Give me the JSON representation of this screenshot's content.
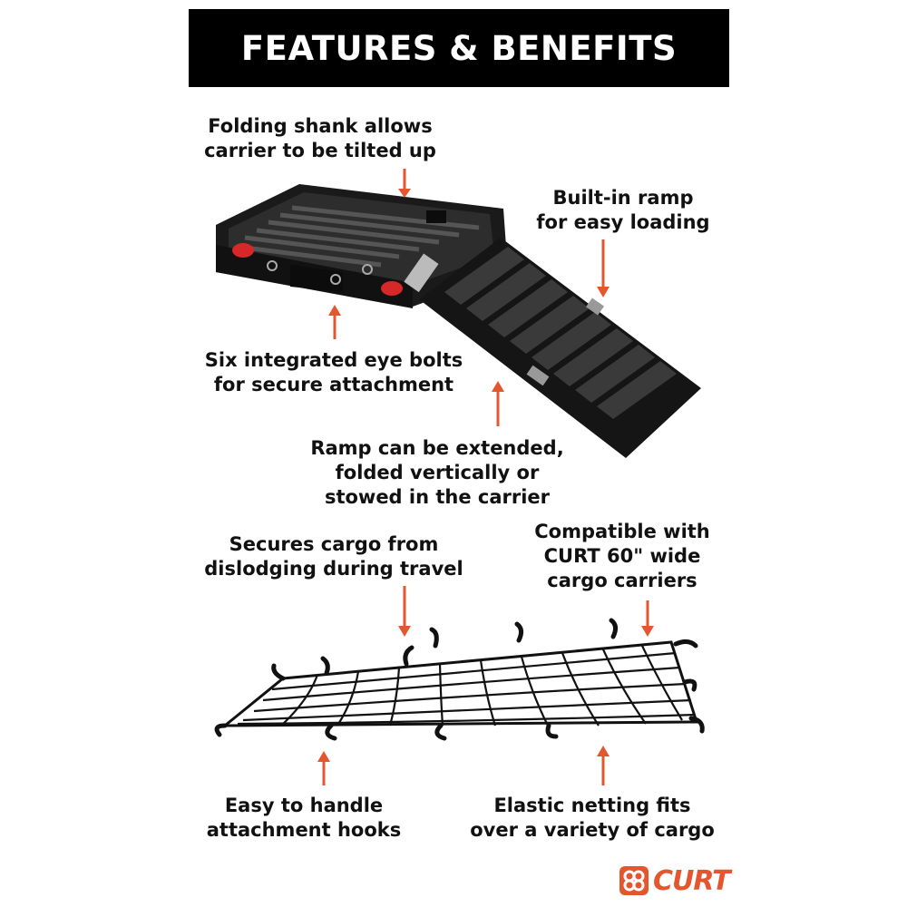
{
  "header": {
    "title": "FEATURES & BENEFITS"
  },
  "callouts": {
    "folding_shank": [
      "Folding shank allows",
      "carrier to be tilted up"
    ],
    "built_in_ramp": [
      "Built-in ramp",
      "for easy loading"
    ],
    "eye_bolts": [
      "Six integrated eye bolts",
      "for secure attachment"
    ],
    "ramp_extend": [
      "Ramp can be extended,",
      "folded vertically or",
      "stowed in the carrier"
    ],
    "secures_cargo": [
      "Secures cargo from",
      "dislodging during travel"
    ],
    "compatible": [
      "Compatible with",
      "CURT 60\" wide",
      "cargo carriers"
    ],
    "hooks": [
      "Easy to handle",
      "attachment hooks"
    ],
    "netting": [
      "Elastic netting fits",
      "over a variety of cargo"
    ]
  },
  "brand": {
    "name": "CURT",
    "color": "#e4572e"
  },
  "colors": {
    "arrow": "#e4572e",
    "header_bg": "#000000",
    "header_text": "#ffffff"
  },
  "icons": {
    "arrow": "arrow-icon",
    "logo": "curt-logo-icon"
  }
}
